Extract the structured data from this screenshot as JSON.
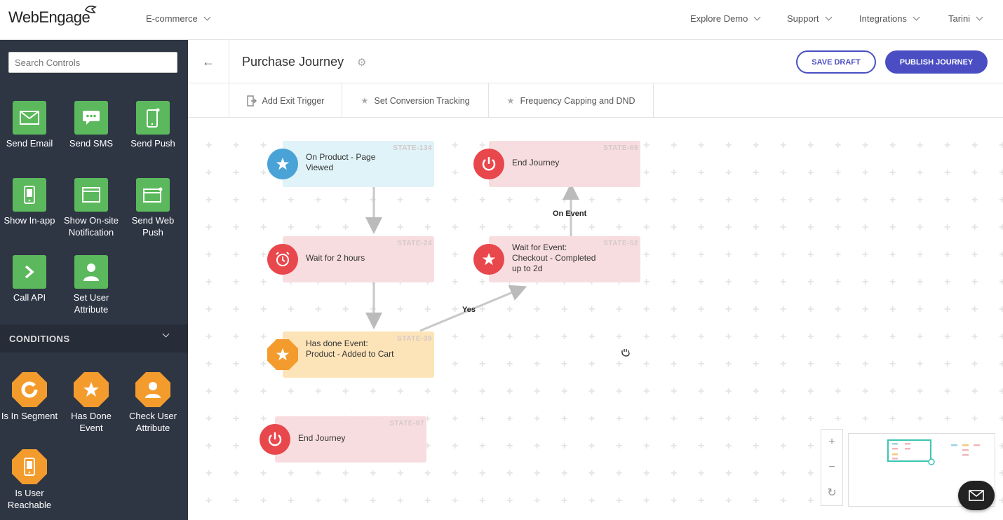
{
  "app": {
    "logo_text": "WebEngage"
  },
  "topnav": {
    "project": "E-commerce",
    "explore": "Explore Demo",
    "support": "Support",
    "integrations": "Integrations",
    "user": "Tarini"
  },
  "sidebar": {
    "search_placeholder": "Search Controls",
    "actions": [
      {
        "label": "Send Email",
        "icon": "email-icon"
      },
      {
        "label": "Send SMS",
        "icon": "sms-icon"
      },
      {
        "label": "Send Push",
        "icon": "mobile-push-icon"
      },
      {
        "label": "Show In-app",
        "icon": "mobile-icon"
      },
      {
        "label": "Show On-site Notification",
        "icon": "browser-window-icon"
      },
      {
        "label": "Send Web Push",
        "icon": "web-push-icon"
      },
      {
        "label": "Call API",
        "icon": "chevron-right-icon"
      },
      {
        "label": "Set User Attribute",
        "icon": "user-icon"
      }
    ],
    "conditions_header": "CONDITIONS",
    "conditions": [
      {
        "label": "Is In Segment",
        "icon": "segment-icon"
      },
      {
        "label": "Has Done Event",
        "icon": "star-icon"
      },
      {
        "label": "Check User Attribute",
        "icon": "user-icon"
      },
      {
        "label": "Is User Reachable",
        "icon": "mobile-icon"
      }
    ]
  },
  "header": {
    "back_icon": "arrow-left-icon",
    "title": "Purchase Journey",
    "save_draft": "SAVE DRAFT",
    "publish": "PUBLISH JOURNEY",
    "accent_color": "#4a4ec2"
  },
  "subbar": {
    "exit_trigger": "Add Exit Trigger",
    "conversion": "Set Conversion Tracking",
    "frequency": "Frequency Capping and DND"
  },
  "canvas": {
    "nodes": [
      {
        "id": "STATE-134",
        "text": "On Product - Page Viewed",
        "icon": "star-icon",
        "color": "#4aa3d6"
      },
      {
        "id": "STATE-69",
        "text": "End Journey",
        "icon": "power-icon",
        "color": "#e8474c"
      },
      {
        "id": "STATE-24",
        "text": "Wait for 2 hours",
        "icon": "alarm-clock-icon",
        "color": "#e8474c"
      },
      {
        "id": "STATE-52",
        "text": "Wait for Event: Checkout - Completed up to 2d",
        "icon": "star-icon",
        "color": "#e8474c"
      },
      {
        "id": "STATE-39",
        "text": "Has done Event: Product - Added to Cart",
        "icon": "star-icon",
        "color": "#f39c2d"
      },
      {
        "id": "STATE-87",
        "text": "End Journey",
        "icon": "power-icon",
        "color": "#e8474c"
      }
    ],
    "edge_labels": {
      "yes": "Yes",
      "on_event": "On Event"
    }
  },
  "zoom": {
    "in": "+",
    "out": "−",
    "reset": "↻"
  }
}
